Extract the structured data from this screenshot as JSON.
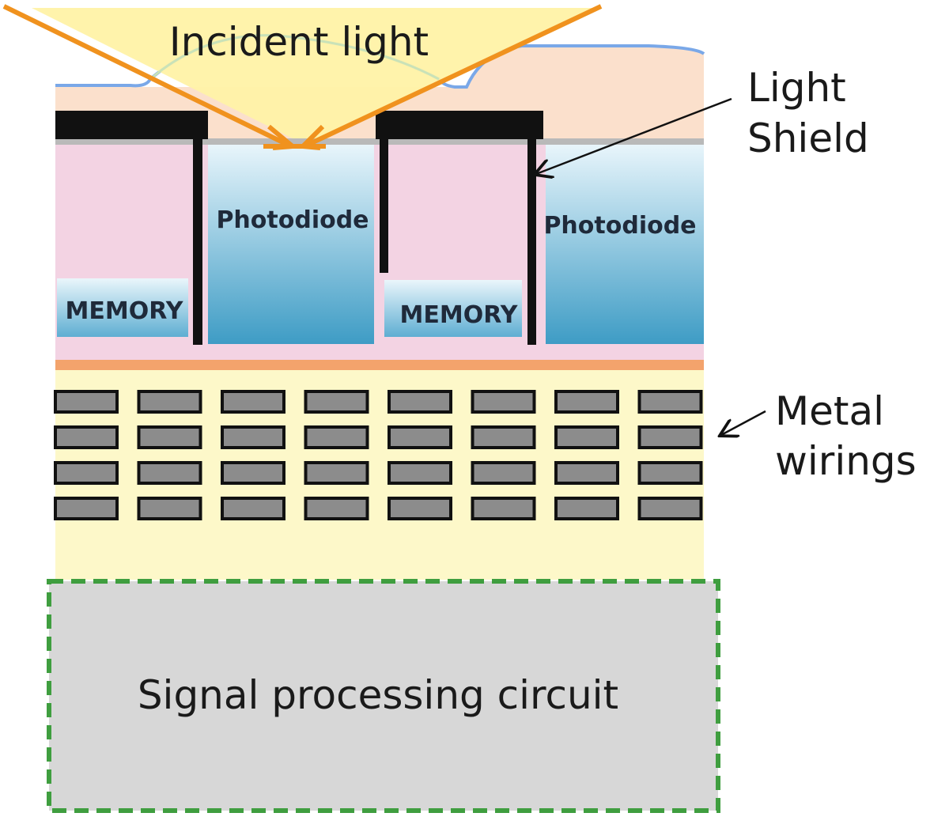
{
  "labels": {
    "incident_light": "Incident light",
    "light_shield_line1": "Light",
    "light_shield_line2": "Shield",
    "metal_line1": "Metal",
    "metal_line2": "wirings",
    "signal": "Signal processing circuit"
  },
  "cells": [
    {
      "memory": "MEMORY",
      "photodiode": "Photodiode"
    },
    {
      "memory": "MEMORY",
      "photodiode": "Photodiode"
    }
  ],
  "wiring": {
    "rows": 4,
    "columns": 8
  },
  "colors": {
    "light_cone": "#fff2a6",
    "light_arrow": "#f0921e",
    "upper_layer": "#fbe0cc",
    "microlens_outline": "#7aa8e8",
    "shield": "#111111",
    "memory_region": "#f3d3e3",
    "photodiode_top": "#e6f3fa",
    "photodiode_bottom": "#3f9dc6",
    "separator_line": "#f3a36c",
    "wiring_layer": "#fdf8c9",
    "wire_fill": "#8c8c8c",
    "signal_fill": "#d7d7d7",
    "signal_border": "#3f9e3f"
  }
}
